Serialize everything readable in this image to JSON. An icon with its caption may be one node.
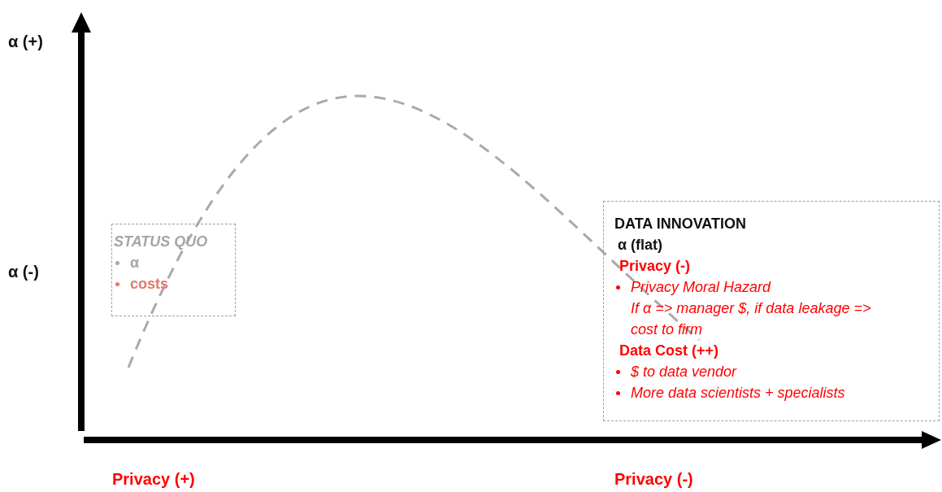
{
  "diagram": {
    "nodes": [
      {
        "text": [
          "STATUS QUO",
          "α",
          "costs"
        ]
      },
      {
        "text": [
          "DATA INNOVATION",
          "α (flat)",
          "Privacy (-)",
          "Privacy Moral Hazard",
          "If α => manager $, if data leakage => cost to firm",
          "Data Cost (++)",
          "$ to data vendor",
          "More data scientists + specialists"
        ]
      }
    ],
    "labels": [
      "α (+)",
      "α (-)",
      "Privacy (+)",
      "Privacy (-)"
    ]
  }
}
